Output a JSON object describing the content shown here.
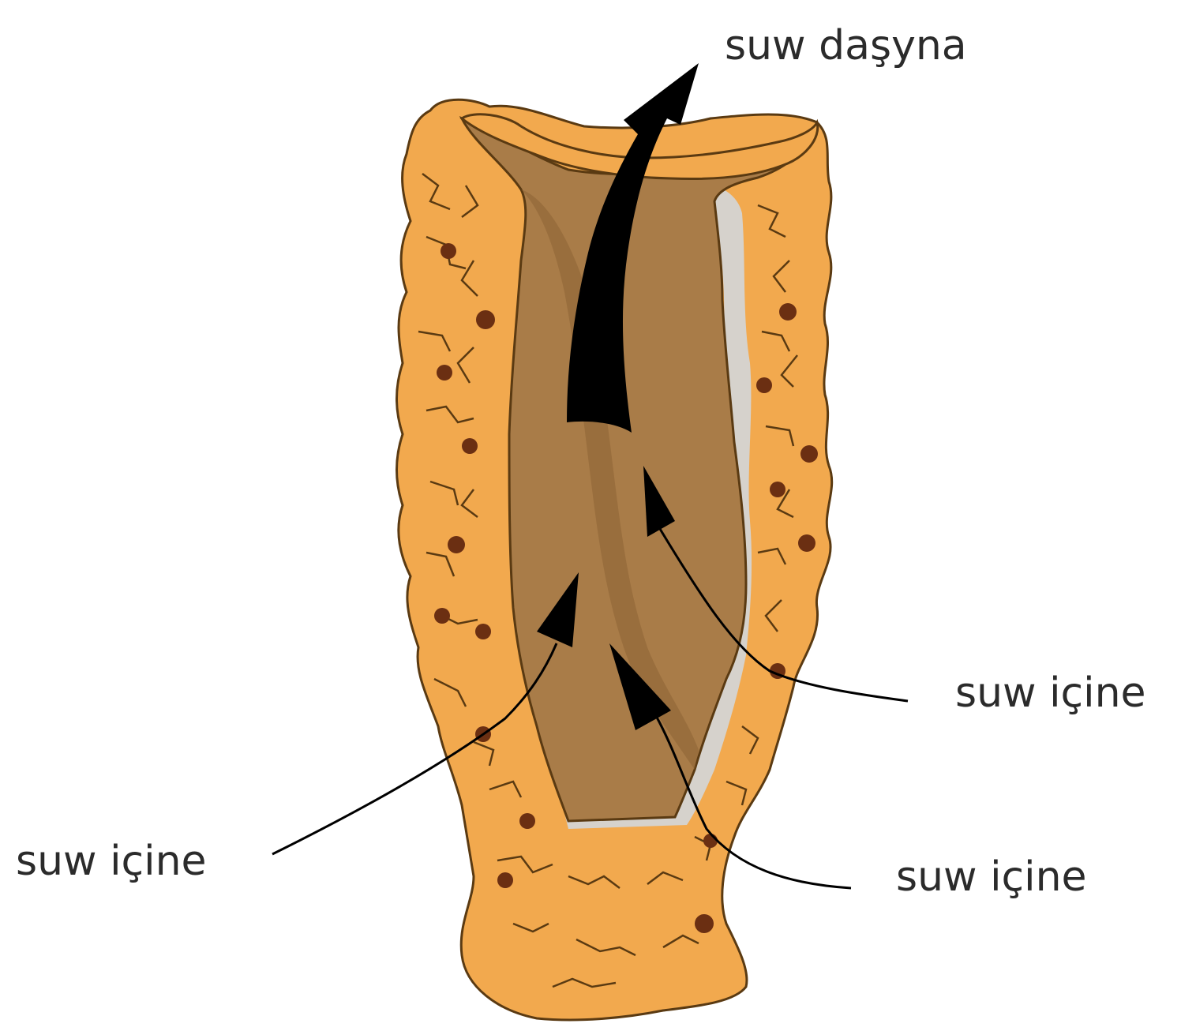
{
  "diagram": {
    "labels": {
      "outflow": "suw daşyna",
      "inflow_right": "suw içine",
      "inflow_left": "suw içine",
      "inflow_bottom": "suw içine"
    },
    "colors": {
      "sponge_body": "#F2A94E",
      "sponge_outline": "#5A3A12",
      "inner_cavity": "#A97C48",
      "inner_shadow": "#8C6335",
      "inner_wall_light": "#D6D2CC",
      "pores": "#6B2F12",
      "arrows": "#000000",
      "background": "#FFFFFF"
    }
  }
}
